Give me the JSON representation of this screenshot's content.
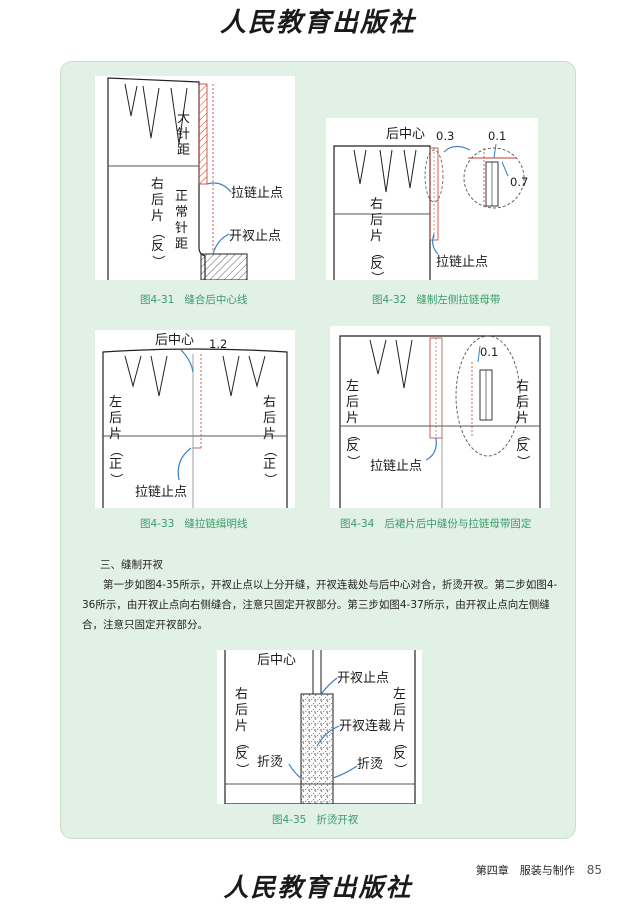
{
  "publisher": "人民教育出版社",
  "figures": {
    "f31": {
      "caption_num": "图4-31",
      "caption_text": "缝合后中心线",
      "labels": {
        "big_stitch": [
          "大",
          "针",
          "距"
        ],
        "right_back": [
          "右",
          "后",
          "片",
          "（",
          "反",
          "）"
        ],
        "normal_stitch": [
          "正",
          "常",
          "针",
          "距"
        ],
        "zipper_stop": "拉链止点",
        "vent_stop": "开衩止点"
      }
    },
    "f32": {
      "caption_num": "图4-32",
      "caption_text": "缝制左侧拉链母带",
      "labels": {
        "back_center": "后中心",
        "m03": "0.3",
        "m01": "0.1",
        "m07": "0.7",
        "right_back": [
          "右",
          "后",
          "片",
          "（",
          "反",
          "）"
        ],
        "zipper_stop": "拉链止点"
      }
    },
    "f33": {
      "caption_num": "图4-33",
      "caption_text": "缝拉链缉明线",
      "labels": {
        "back_center": "后中心",
        "m12": "1.2",
        "left_back": [
          "左",
          "后",
          "片",
          "（",
          "正",
          "）"
        ],
        "right_back": [
          "右",
          "后",
          "片",
          "（",
          "正",
          "）"
        ],
        "zipper_stop": "拉链止点"
      }
    },
    "f34": {
      "caption_num": "图4-34",
      "caption_text": "后裙片后中缝份与拉链母带固定",
      "labels": {
        "m01": "0.1",
        "left_back": [
          "左",
          "后",
          "片",
          "（",
          "反",
          "）"
        ],
        "right_back": [
          "右",
          "后",
          "片",
          "（",
          "反",
          "）"
        ],
        "zipper_stop": "拉链止点"
      }
    },
    "f35": {
      "caption_num": "图4-35",
      "caption_text": "折烫开衩",
      "labels": {
        "back_center": "后中心",
        "vent_stop": "开衩止点",
        "right_back": [
          "右",
          "后",
          "片",
          "（",
          "反",
          "）"
        ],
        "left_back": [
          "左",
          "后",
          "片",
          "（",
          "反",
          "）"
        ],
        "vent_cut": "开衩连裁",
        "press_left": "折烫",
        "press_right": "折烫"
      }
    }
  },
  "section": {
    "heading": "三、缝制开衩",
    "paragraph": "第一步如图4-35所示，开衩止点以上分开缝，开衩连裁处与后中心对合，折烫开衩。第二步如图4-36所示，由开衩止点向右侧缝合，注意只固定开衩部分。第三步如图4-37所示，由开衩止点向左侧缝合，注意只固定开衩部分。"
  },
  "footer": {
    "chapter": "第四章　服装与制作",
    "page": "85"
  }
}
